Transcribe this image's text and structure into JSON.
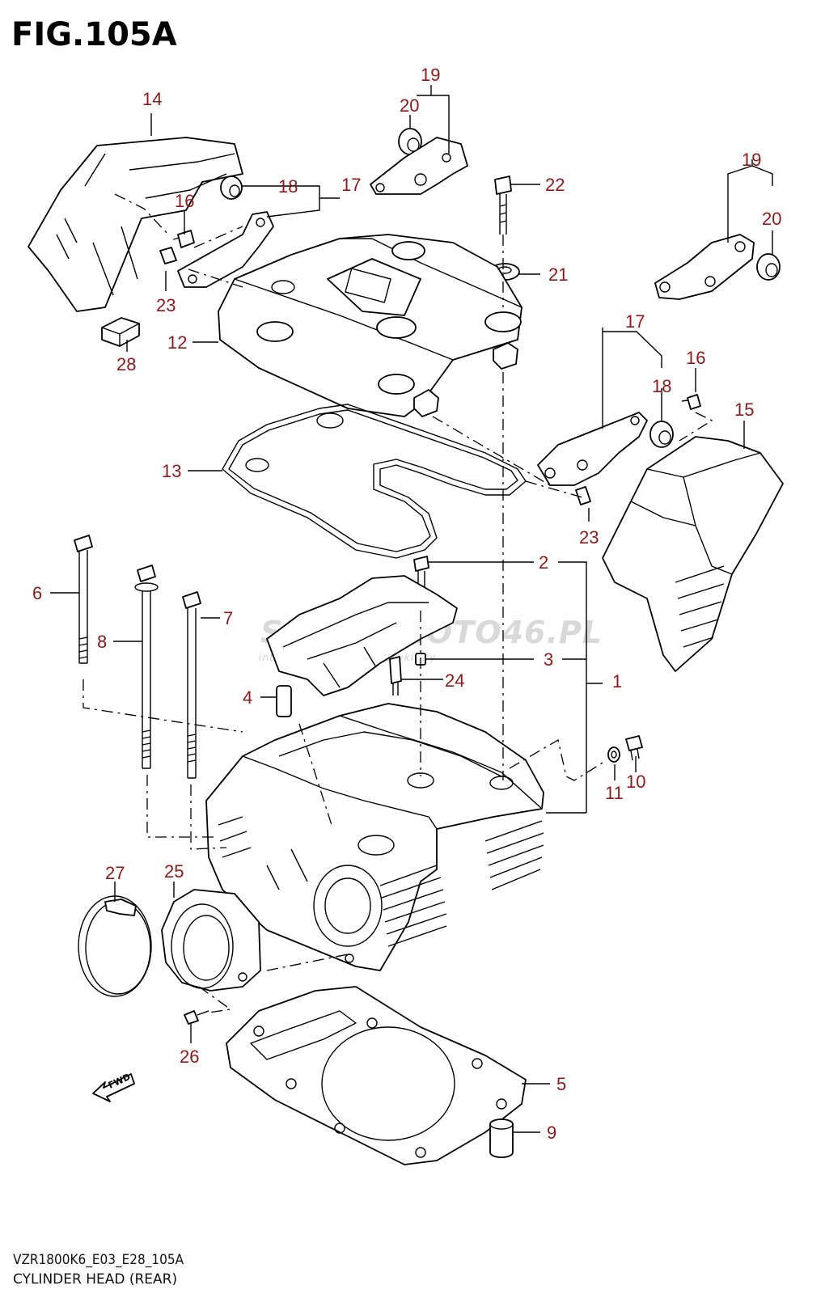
{
  "figure": {
    "title": "FIG.105A",
    "code": "VZR1800K6_E03_E28_105A",
    "caption": "CYLINDER HEAD (REAR)"
  },
  "watermark": {
    "main": "SUZUKIMOTO46.PL",
    "sub": "internetowy sklep motocyklowy"
  },
  "fwd_label": "FWD",
  "colors": {
    "callout": "#8b1a1a",
    "line": "#000000",
    "watermark": "#d9d9d9"
  },
  "callouts": {
    "n1": "1",
    "n2": "2",
    "n3": "3",
    "n4": "4",
    "n5": "5",
    "n6": "6",
    "n7": "7",
    "n8": "8",
    "n9": "9",
    "n10": "10",
    "n11": "11",
    "n12": "12",
    "n13": "13",
    "n14": "14",
    "n15": "15",
    "n16a": "16",
    "n16b": "16",
    "n17a": "17",
    "n17b": "17",
    "n18a": "18",
    "n18b": "18",
    "n19a": "19",
    "n19b": "19",
    "n20a": "20",
    "n20b": "20",
    "n21": "21",
    "n22": "22",
    "n23a": "23",
    "n23b": "23",
    "n24": "24",
    "n25": "25",
    "n26": "26",
    "n27": "27",
    "n28": "28"
  }
}
